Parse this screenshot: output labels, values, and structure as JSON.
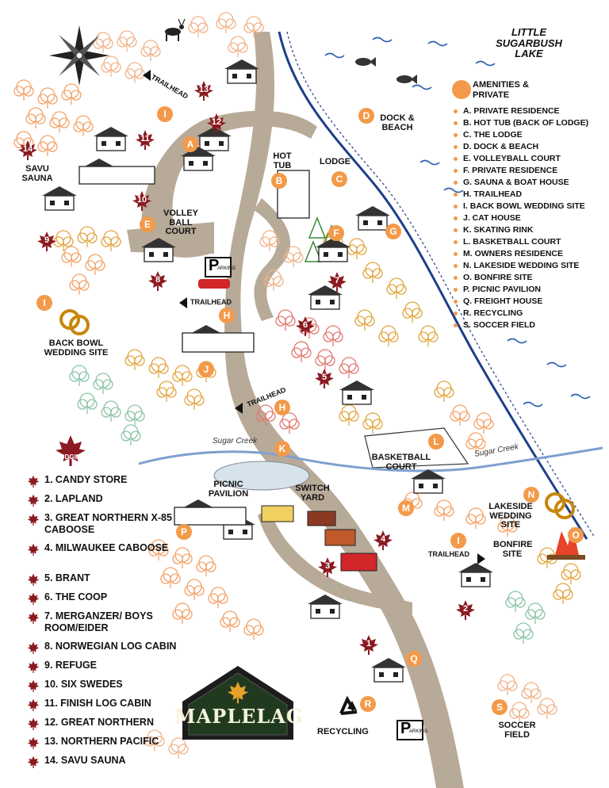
{
  "lake_name": "LITTLE SUGARBUSH LAKE",
  "amenities": {
    "heading": "AMENITIES & PRIVATE",
    "items": [
      "A. PRIVATE RESIDENCE",
      "B. HOT TUB (BACK OF LODGE)",
      "C. THE LODGE",
      "D. DOCK & BEACH",
      "E. VOLLEYBALL COURT",
      "F. PRIVATE RESIDENCE",
      "G. SAUNA & BOAT HOUSE",
      "H. TRAILHEAD",
      "I. BACK BOWL WEDDING SITE",
      "J. CAT HOUSE",
      "K. SKATING RINK",
      "L. BASKETBALL COURT",
      "M. OWNERS RESIDENCE",
      "N. LAKESIDE WEDDING SITE",
      "O. BONFIRE SITE",
      "P. PICNIC PAVILION",
      "Q. FREIGHT HOUSE",
      "R. RECYCLING",
      "S. SOCCER FIELD"
    ]
  },
  "lodging": {
    "badge": "LODGING",
    "items": [
      "1. CANDY STORE",
      "2. LAPLAND",
      "3. GREAT NORTHERN X-85 CABOOSE",
      "4. MILWAUKEE CABOOSE",
      "5. BRANT",
      "6. THE COOP",
      "7. MERGANZER/ BOYS ROOM/EIDER",
      "8. NORWEGIAN LOG CABIN",
      "9. REFUGE",
      "10. SIX SWEDES",
      "11. FINISH LOG CABIN",
      "12. GREAT NORTHERN",
      "13. NORTHERN PACIFIC",
      "14. SAVU SAUNA"
    ]
  },
  "labels": {
    "dock_beach": "DOCK & BEACH",
    "hot_tub": "HOT TUB",
    "lodge": "LODGE",
    "savu_sauna": "SAVU SAUNA",
    "volley_ball_court": "VOLLEY BALL COURT",
    "back_bowl": "BACK BOWL WEDDING SITE",
    "basketball_court": "BASKETBALL COURT",
    "picnic_pavilion": "PICNIC PAVILION",
    "switch_yard": "SWITCH YARD",
    "lakeside_wedding": "LAKESIDE WEDDING SITE",
    "bonfire_site": "BONFIRE SITE",
    "recycling": "RECYCLING",
    "soccer_field": "SOCCER FIELD",
    "trailhead": "TRAILHEAD",
    "sugar_creek": "Sugar Creek",
    "parking_p": "P",
    "parking_rest": "ARKING",
    "logo": "MAPLELAG"
  },
  "map_letters": {
    "a": "A",
    "b": "B",
    "c": "C",
    "d": "D",
    "e": "E",
    "f": "F",
    "g": "G",
    "h": "H",
    "i": "I",
    "j": "J",
    "k": "K",
    "l": "L",
    "m": "M",
    "n": "N",
    "o": "O",
    "p": "P",
    "q": "Q",
    "r": "R",
    "s": "S"
  },
  "map_numbers": {
    "n1": "1",
    "n2": "2",
    "n3": "3",
    "n4": "4",
    "n5": "5",
    "n6": "6",
    "n7": "7",
    "n8": "8",
    "n9": "9",
    "n10": "10",
    "n11": "11",
    "n12": "12",
    "n13": "13",
    "n14": "14"
  },
  "colors": {
    "accent_orange": "#f39a4a",
    "leaf_red": "#8b1a22",
    "road": "#b8aa98",
    "lake_wave": "#2b5fb0",
    "creek": "#7fa0d0"
  },
  "icons": [
    "compass-rose-icon",
    "maple-leaf-icon",
    "wedding-rings-icon",
    "recycle-icon",
    "parking-sign-icon",
    "fire-icon"
  ]
}
